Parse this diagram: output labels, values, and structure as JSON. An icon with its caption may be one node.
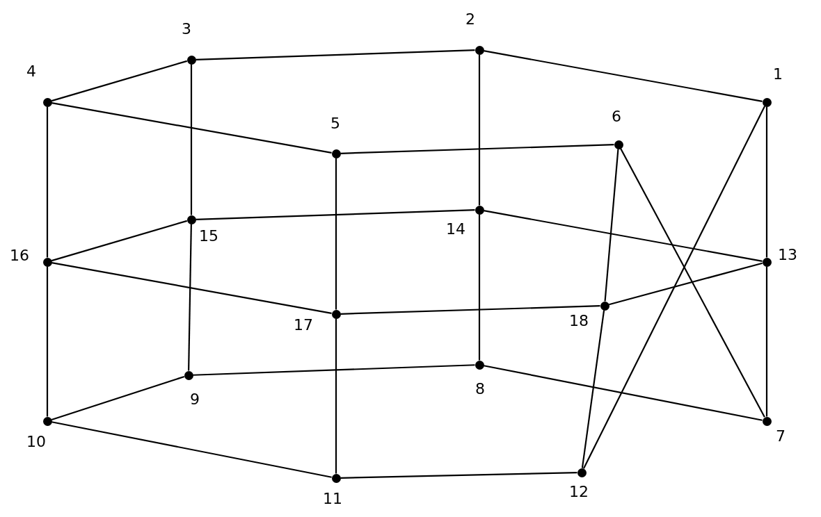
{
  "diagram": {
    "nodes": [
      {
        "text": [],
        "shape": "circle",
        "beside": [
          "1"
        ]
      },
      {
        "text": [],
        "shape": "circle",
        "beside": [
          "2"
        ]
      },
      {
        "text": [],
        "shape": "circle",
        "beside": [
          "3"
        ]
      },
      {
        "text": [],
        "shape": "circle",
        "beside": [
          "4"
        ]
      },
      {
        "text": [],
        "shape": "circle",
        "beside": [
          "5"
        ]
      },
      {
        "text": [],
        "shape": "circle",
        "beside": [
          "6"
        ]
      },
      {
        "text": [],
        "shape": "circle",
        "beside": [
          "7"
        ]
      },
      {
        "text": [],
        "shape": "circle",
        "beside": [
          "8"
        ]
      },
      {
        "text": [],
        "shape": "circle",
        "beside": [
          "9"
        ]
      },
      {
        "text": [],
        "shape": "circle",
        "beside": [
          "10"
        ]
      },
      {
        "text": [],
        "shape": "circle",
        "beside": [
          "11"
        ]
      },
      {
        "text": [],
        "shape": "circle",
        "beside": [
          "12"
        ]
      },
      {
        "text": [],
        "shape": "circle",
        "beside": [
          "13"
        ]
      },
      {
        "text": [],
        "shape": "circle",
        "beside": [
          "14"
        ]
      },
      {
        "text": [],
        "shape": "circle",
        "beside": [
          "15"
        ]
      },
      {
        "text": [],
        "shape": "circle",
        "beside": [
          "16"
        ]
      },
      {
        "text": [],
        "shape": "circle",
        "beside": [
          "17"
        ]
      },
      {
        "text": [],
        "shape": "circle",
        "beside": [
          "18"
        ]
      }
    ],
    "edges": [
      {
        "from": 0,
        "to": 1,
        "arrow": "none"
      },
      {
        "from": 1,
        "to": 2,
        "arrow": "none"
      },
      {
        "from": 2,
        "to": 3,
        "arrow": "none"
      },
      {
        "from": 3,
        "to": 4,
        "arrow": "none"
      },
      {
        "from": 4,
        "to": 5,
        "arrow": "none"
      },
      {
        "from": 0,
        "to": 12,
        "arrow": "none"
      },
      {
        "from": 12,
        "to": 6,
        "arrow": "none"
      },
      {
        "from": 0,
        "to": 11,
        "arrow": "none"
      },
      {
        "from": 5,
        "to": 6,
        "arrow": "none"
      },
      {
        "from": 5,
        "to": 17,
        "arrow": "none"
      },
      {
        "from": 17,
        "to": 11,
        "arrow": "none"
      },
      {
        "from": 1,
        "to": 13,
        "arrow": "none"
      },
      {
        "from": 13,
        "to": 7,
        "arrow": "none"
      },
      {
        "from": 2,
        "to": 14,
        "arrow": "none"
      },
      {
        "from": 14,
        "to": 8,
        "arrow": "none"
      },
      {
        "from": 3,
        "to": 15,
        "arrow": "none"
      },
      {
        "from": 15,
        "to": 9,
        "arrow": "none"
      },
      {
        "from": 4,
        "to": 16,
        "arrow": "none"
      },
      {
        "from": 16,
        "to": 10,
        "arrow": "none"
      },
      {
        "from": 14,
        "to": 13,
        "arrow": "none"
      },
      {
        "from": 13,
        "to": 12,
        "arrow": "none"
      },
      {
        "from": 15,
        "to": 14,
        "arrow": "none"
      },
      {
        "from": 15,
        "to": 16,
        "arrow": "none"
      },
      {
        "from": 16,
        "to": 17,
        "arrow": "none"
      },
      {
        "from": 17,
        "to": 12,
        "arrow": "none"
      },
      {
        "from": 8,
        "to": 7,
        "arrow": "none"
      },
      {
        "from": 7,
        "to": 6,
        "arrow": "none"
      },
      {
        "from": 9,
        "to": 8,
        "arrow": "none"
      },
      {
        "from": 9,
        "to": 10,
        "arrow": "none"
      },
      {
        "from": 10,
        "to": 11,
        "arrow": "none"
      }
    ]
  }
}
